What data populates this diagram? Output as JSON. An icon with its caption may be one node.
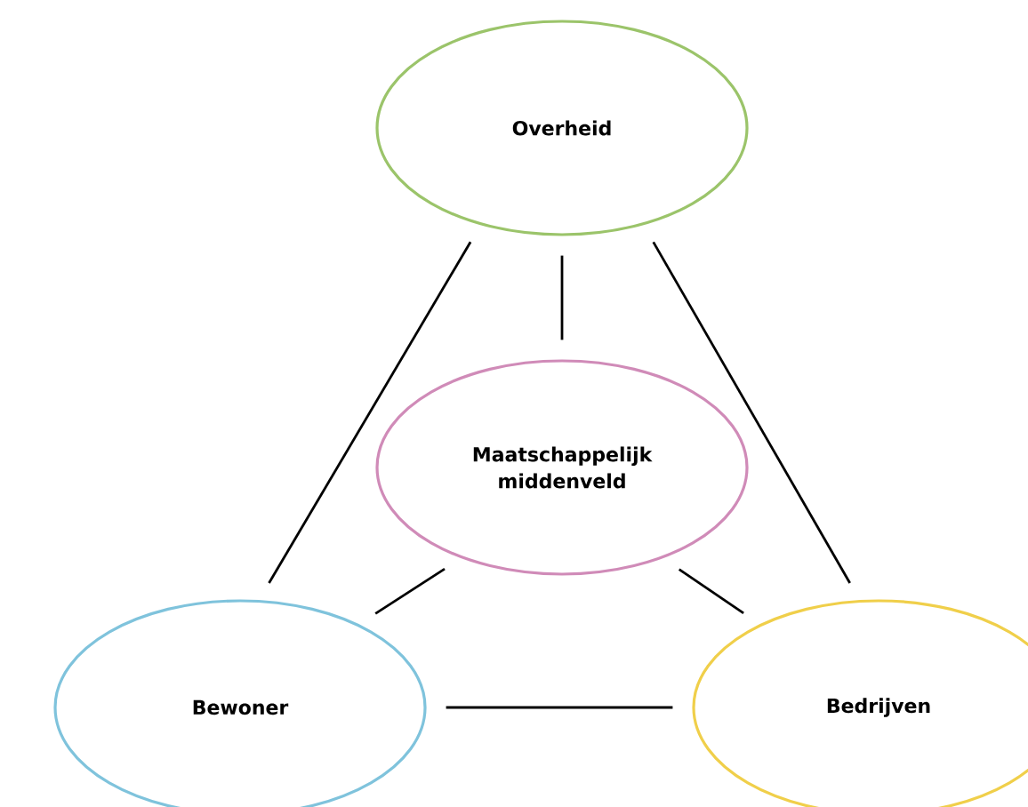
{
  "diagram": {
    "nodes": [
      {
        "text": [
          "Overheid"
        ]
      },
      {
        "text": [
          "Maatschappelijk middenveld"
        ]
      },
      {
        "text": [
          "Bewoner"
        ]
      },
      {
        "text": [
          "Bedrijven"
        ]
      }
    ],
    "edges": [
      {
        "from": 0,
        "to": 2,
        "arrow": "none"
      },
      {
        "from": 0,
        "to": 1,
        "arrow": "none"
      },
      {
        "from": 0,
        "to": 3,
        "arrow": "none"
      },
      {
        "from": 1,
        "to": 2,
        "arrow": "none"
      },
      {
        "from": 1,
        "to": 3,
        "arrow": "none"
      },
      {
        "from": 2,
        "to": 3,
        "arrow": "none"
      }
    ]
  }
}
